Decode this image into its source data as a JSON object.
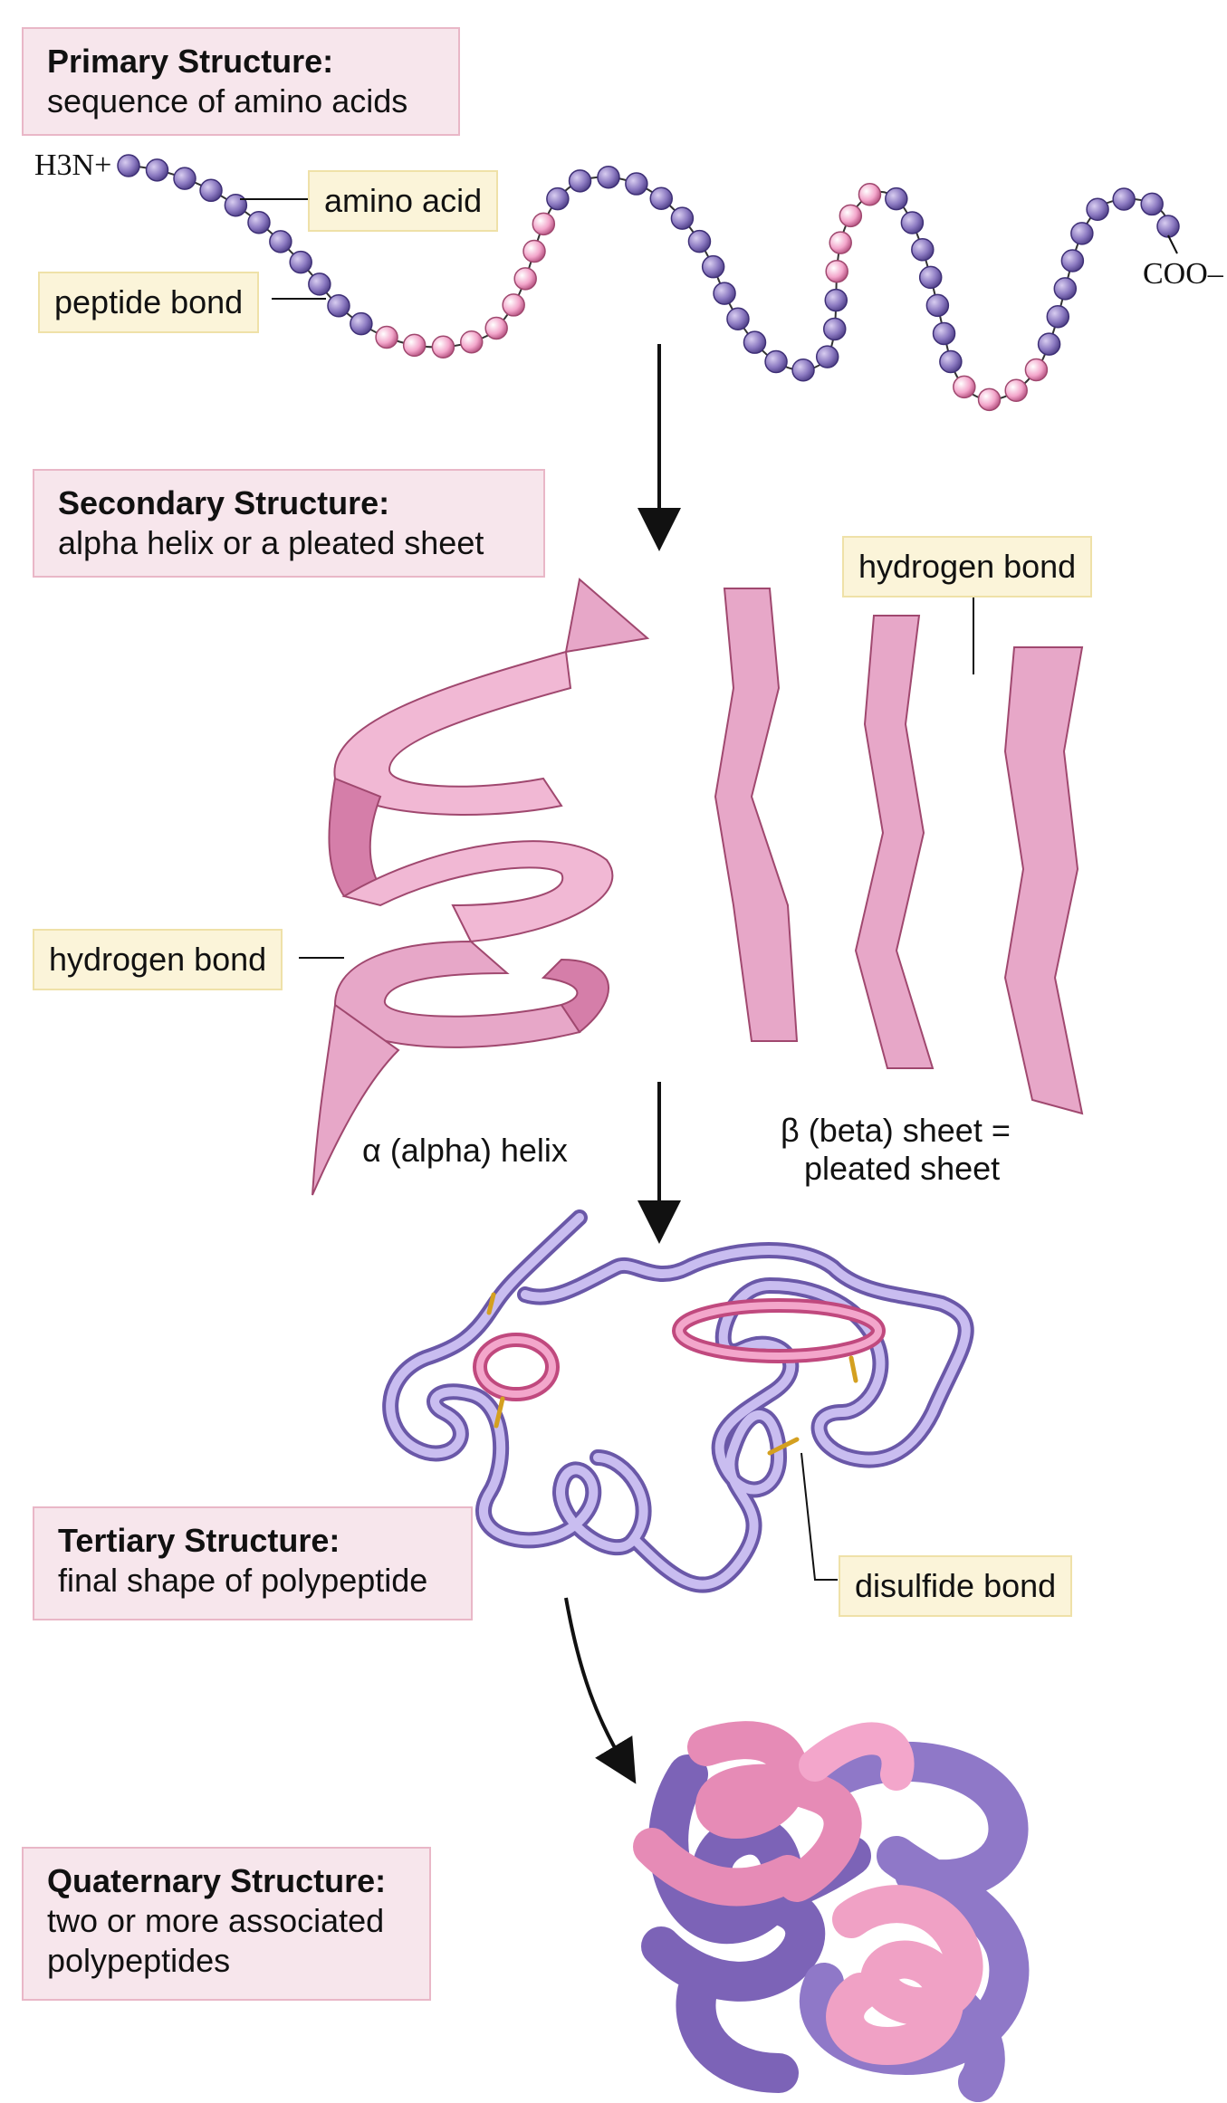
{
  "primary": {
    "title": "Primary Structure:",
    "subtitle": "sequence of amino acids"
  },
  "secondary": {
    "title": "Secondary Structure:",
    "subtitle": "alpha helix or a pleated sheet"
  },
  "tertiary": {
    "title": "Tertiary Structure:",
    "subtitle": "final shape of polypeptide"
  },
  "quaternary": {
    "title": "Quaternary Structure:",
    "subtitle_line1": "two or more associated",
    "subtitle_line2": "polypeptides"
  },
  "labels": {
    "amino_acid": "amino acid",
    "peptide_bond": "peptide bond",
    "hydrogen_bond_sheet": "hydrogen bond",
    "hydrogen_bond_helix": "hydrogen bond",
    "disulfide_bond": "disulfide bond",
    "n_terminus": "H3N+",
    "c_terminus": "COO–"
  },
  "captions": {
    "alpha_helix": "α (alpha) helix",
    "beta_line1": "β (beta) sheet =",
    "beta_line2": "pleated sheet"
  },
  "colors": {
    "purple": "#8a78c0",
    "pink": "#f3a6cb",
    "box_fill": "#f7e6ec",
    "label_fill": "#fbf4d9"
  }
}
